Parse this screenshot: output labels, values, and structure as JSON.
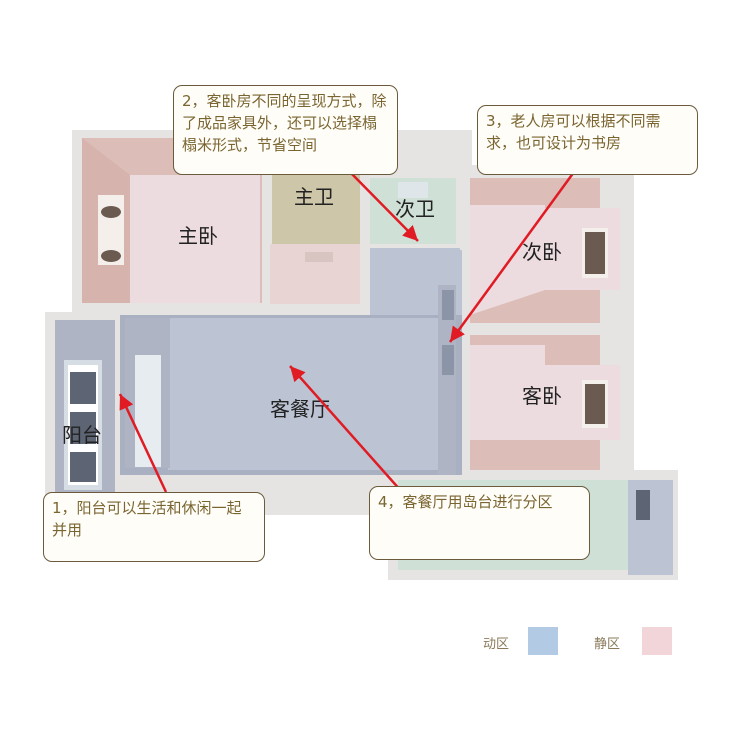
{
  "rooms": {
    "master_bedroom": "主卧",
    "master_bath": "主卫",
    "second_bath": "次卫",
    "second_bedroom": "次卧",
    "guest_bedroom": "客卧",
    "living_dining": "客餐厅",
    "balcony": "阳台"
  },
  "callouts": [
    {
      "text": "1，阳台可以生活和休闲一起并用"
    },
    {
      "text": "2，客卧房不同的呈现方式，除了成品家具外，还可以选择榻榻米形式，节省空间"
    },
    {
      "text": "3，老人房可以根据不同需求，也可设计为书房"
    },
    {
      "text": "4，客餐厅用岛台进行分区"
    }
  ],
  "legend": [
    {
      "label": "动区",
      "color": "#b3cae4"
    },
    {
      "label": "静区",
      "color": "#f1d5d9"
    }
  ],
  "colors": {
    "wall": "#e6e4e2",
    "pink_floor": "#ecdce0",
    "pink_wall": "#dcbdb7",
    "blue_floor": "#bcc4d4",
    "bath_floor": "#cdc6a8",
    "bath2_floor": "#cfe0d6",
    "arrow": "#e01b24"
  }
}
